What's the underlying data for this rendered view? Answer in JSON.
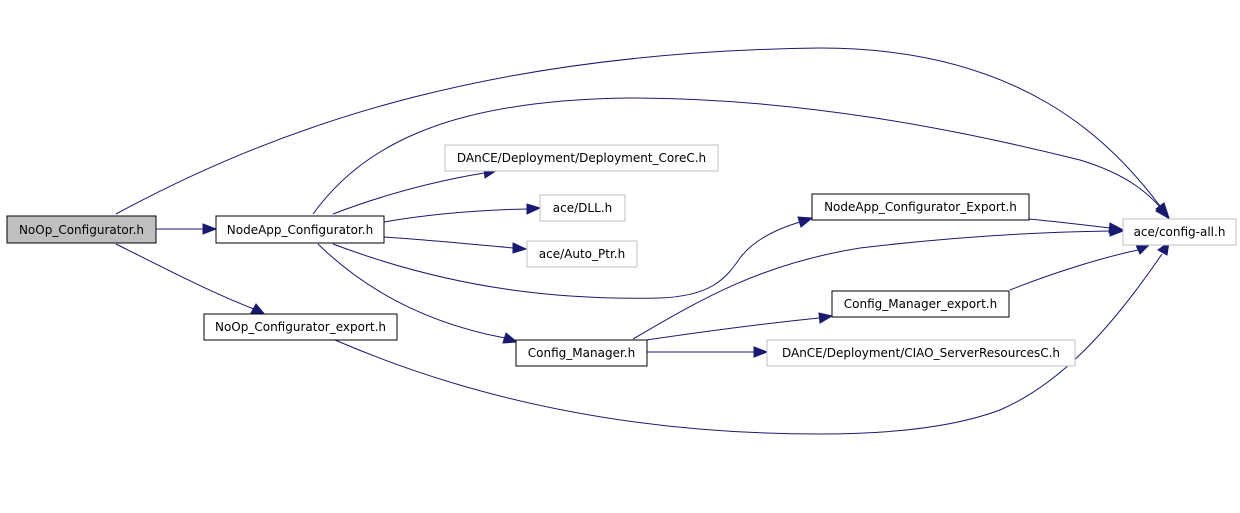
{
  "colors": {
    "edge": "#191970",
    "root_fill": "#bfbfbf",
    "border_internal": "#000000",
    "border_external": "#bfbfbf"
  },
  "nodes": {
    "noop_configurator_h": "NoOp_Configurator.h",
    "nodeapp_configurator_h": "NodeApp_Configurator.h",
    "noop_configurator_export_h": "NoOp_Configurator_export.h",
    "deployment_corec_h": "DAnCE/Deployment/Deployment_CoreC.h",
    "ace_dll_h": "ace/DLL.h",
    "ace_auto_ptr_h": "ace/Auto_Ptr.h",
    "nodeapp_configurator_export_h": "NodeApp_Configurator_Export.h",
    "config_manager_h": "Config_Manager.h",
    "config_manager_export_h": "Config_Manager_export.h",
    "ciao_serverresourcesc_h": "DAnCE/Deployment/CIAO_ServerResourcesC.h",
    "ace_config_all_h": "ace/config-all.h"
  }
}
